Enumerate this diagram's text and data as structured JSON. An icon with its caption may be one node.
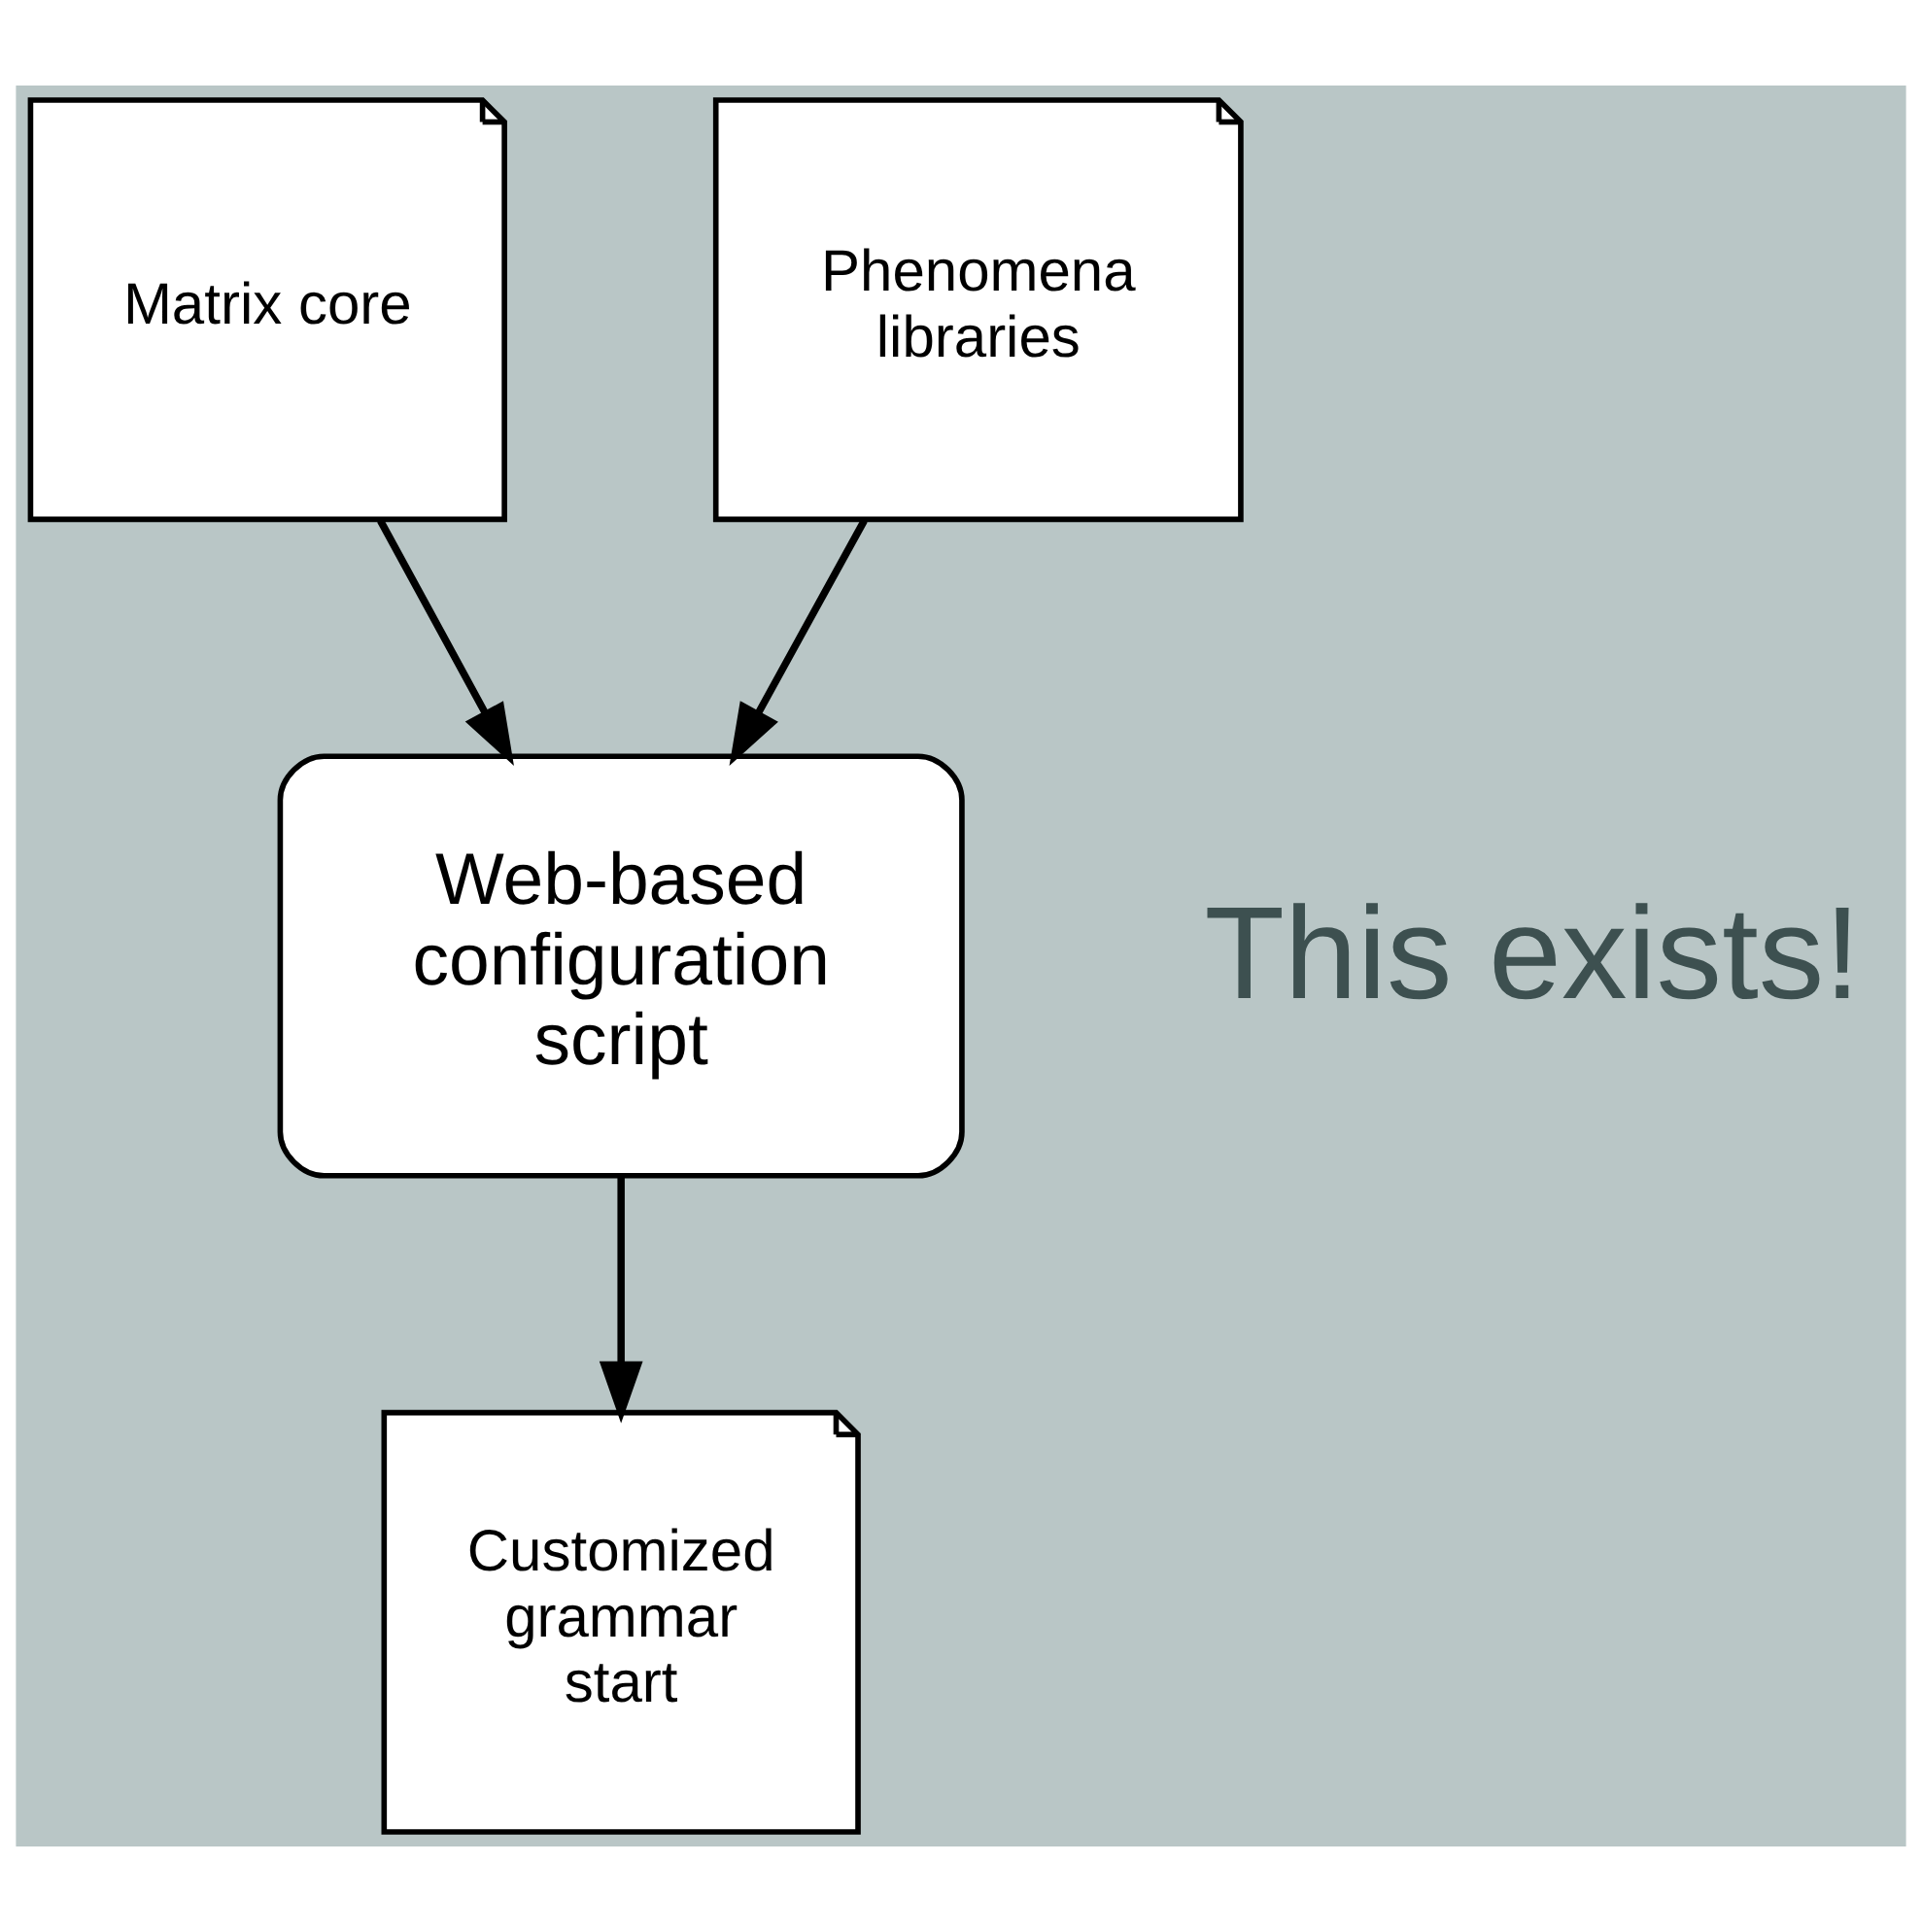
{
  "diagram": {
    "nodes": [
      {
        "text": [
          "Matrix core"
        ]
      },
      {
        "text": [
          "Phenomena libraries"
        ]
      },
      {
        "text": [
          "Web-based configuration script"
        ]
      },
      {
        "text": [
          "Customized grammar start"
        ]
      }
    ],
    "edges": [
      {
        "from": 0,
        "to": 2,
        "arrow": "to"
      },
      {
        "from": 1,
        "to": 2,
        "arrow": "to"
      },
      {
        "from": 2,
        "to": 3,
        "arrow": "to"
      }
    ],
    "labels": [
      "This exists!"
    ]
  }
}
